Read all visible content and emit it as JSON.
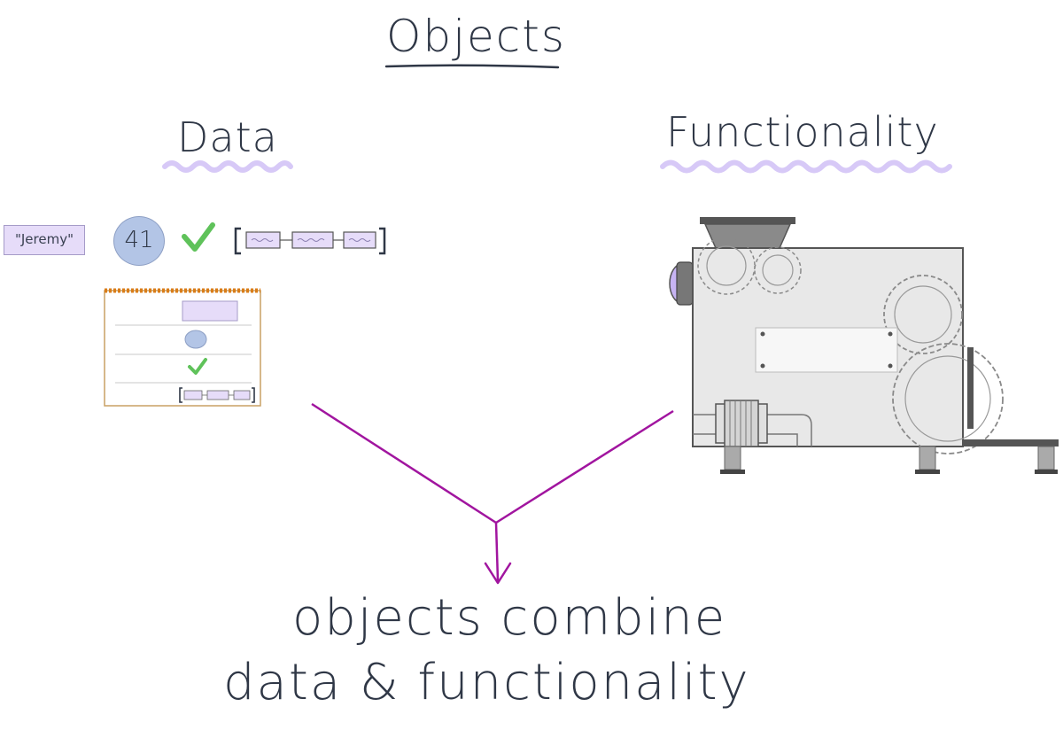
{
  "title": "Objects",
  "data_heading": "Data",
  "functionality_heading": "Functionality",
  "data_examples": {
    "string_value": "\"Jeremy\"",
    "number_value": "41"
  },
  "caption": {
    "line1": "objects combine",
    "line2": "data & functionality"
  },
  "colors": {
    "ink": "#2f3746",
    "underline_purple": "#d7c9f7",
    "arrow_magenta": "#a1159f",
    "string_fill": "#e6dcf9",
    "number_fill": "#b3c5e6",
    "check_green": "#5fc25a",
    "notepad_binding": "#d97d1a",
    "machine_grey": "#e8e8e8",
    "machine_dark": "#555555"
  }
}
